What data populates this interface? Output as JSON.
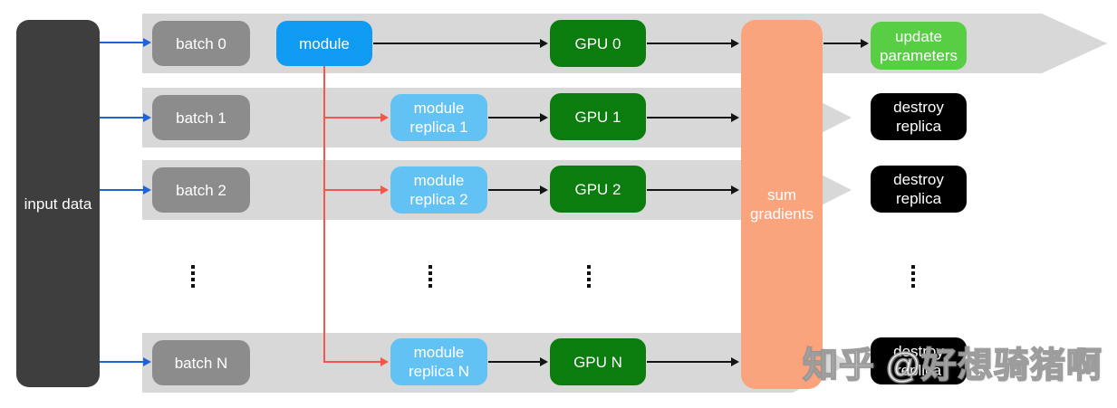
{
  "input": {
    "label": "input data"
  },
  "rows": [
    {
      "batch": "batch 0",
      "processor": "module",
      "gpu": "GPU 0",
      "result": "update parameters"
    },
    {
      "batch": "batch 1",
      "processor": "module replica 1",
      "gpu": "GPU 1",
      "result": "destroy replica"
    },
    {
      "batch": "batch 2",
      "processor": "module replica 2",
      "gpu": "GPU 2",
      "result": "destroy replica"
    },
    {
      "batch": "batch N",
      "processor": "module replica N",
      "gpu": "GPU N",
      "result": "destroy replica"
    }
  ],
  "aggregator": {
    "label": "sum gradients"
  },
  "watermark": {
    "text": "知乎 @好想骑猪啊"
  },
  "colors": {
    "band": "#d8d8d8",
    "input_box": "#3e3e3e",
    "batch_box": "#8c8c8c",
    "module_box": "#0f9bf2",
    "replica_box": "#62c2f3",
    "gpu_box": "#0b7d0e",
    "sum_box": "#faa47e",
    "update_box": "#57ce43",
    "destroy_box": "#000000",
    "arrow_black": "#141414",
    "arrow_blue": "#1f64d4",
    "arrow_red": "#f4564b"
  }
}
